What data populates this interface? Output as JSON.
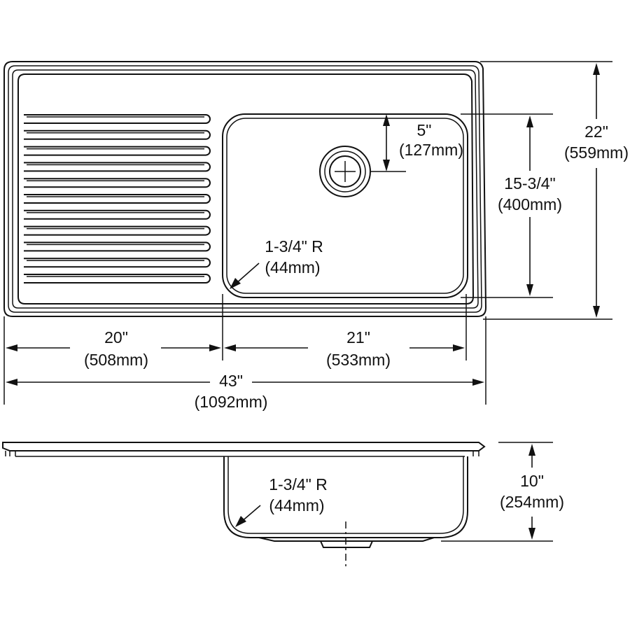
{
  "top_view": {
    "radius_label": "1-3/4\" R",
    "radius_label_mm": "(44mm)",
    "drain_offset_label": "5\"",
    "drain_offset_mm": "(127mm)",
    "bowl_width_label": "15-3/4\"",
    "bowl_width_mm": "(400mm)",
    "overall_depth_label": "22\"",
    "overall_depth_mm": "(559mm)",
    "drainboard_label": "20\"",
    "drainboard_mm": "(508mm)",
    "bowl_length_label": "21\"",
    "bowl_length_mm": "(533mm)",
    "overall_length_label": "43\"",
    "overall_length_mm": "(1092mm)",
    "drainboard_ribs": 11
  },
  "side_view": {
    "radius_label": "1-3/4\" R",
    "radius_label_mm": "(44mm)",
    "bowl_depth_label": "10\"",
    "bowl_depth_mm": "(254mm)"
  }
}
